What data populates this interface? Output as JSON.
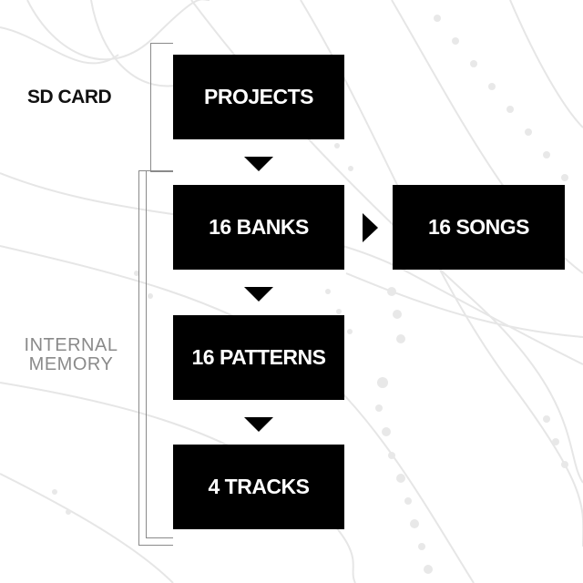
{
  "labels": {
    "sd_card": "SD CARD",
    "internal_line1": "INTERNAL",
    "internal_line2": "MEMORY"
  },
  "boxes": {
    "projects": "PROJECTS",
    "banks": "16 BANKS",
    "songs": "16 SONGS",
    "patterns": "16 PATTERNS",
    "tracks": "4 TRACKS"
  },
  "colors": {
    "box_fill": "#000000",
    "box_text": "#ffffff",
    "bracket": "#8a8a8a",
    "internal_label": "#8a8a8a",
    "sd_label": "#111111"
  }
}
